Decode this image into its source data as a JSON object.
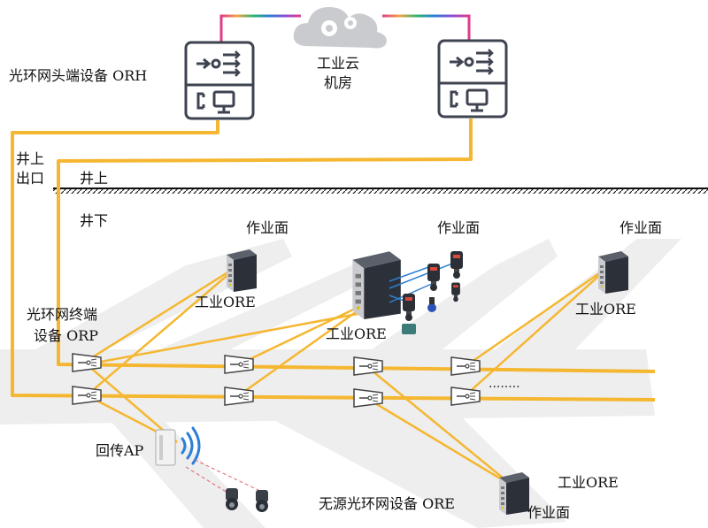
{
  "labels": {
    "orh": "光环网头端设备 ORH",
    "cloud_line1": "工业云",
    "cloud_line2": "机房",
    "shaft_exit_line1": "井上",
    "shaft_exit_line2": "出口",
    "above": "井上",
    "below": "井下",
    "workface": "作业面",
    "ore": "工业ORE",
    "orp_line1": "光环网终端",
    "orp_line2": "设备 ORP",
    "ap": "回传AP",
    "passive_ore": "无源光环网设备 ORE",
    "ellipsis": "........"
  },
  "colors": {
    "fiber": "#f5b731",
    "tunnel": "#eeeeee",
    "device": "#3e4350",
    "cloud": "#c9cbcf",
    "wifi": "#2b7fd6",
    "link_dashed": "#e06070",
    "device_link": "#2f7fd0"
  }
}
